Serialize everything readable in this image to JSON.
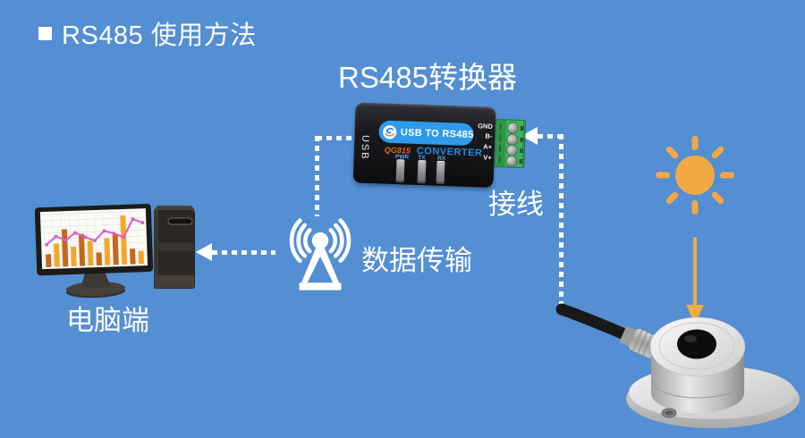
{
  "colors": {
    "background": "#548ed3",
    "white": "#ffffff",
    "sun_orange": "#f2a945",
    "terminal_green": "#3fb35c",
    "badge_blue": "#2f9be8",
    "model_orange": "#e2671f",
    "converter_text_blue": "#1e90e8",
    "led_label_blue": "#5aa9e8",
    "bar_dark_orange": "#c9651c",
    "bar_gold": "#f3a72d",
    "line_magenta": "#d55ec3"
  },
  "title": {
    "text": "RS485 使用方法"
  },
  "converter": {
    "heading": "RS485转换器",
    "usb_port_label": "USB",
    "badge_text": "USB TO RS485",
    "model": "QG815",
    "model_type": "CONVERTER",
    "led_labels": [
      "PWR",
      "TX",
      "RX"
    ],
    "pin_labels": [
      "GND",
      "B-",
      "A+",
      "V+"
    ]
  },
  "labels": {
    "wiring": "接线",
    "data_transfer": "数据传输",
    "computer": "电脑端"
  },
  "computer_screen_chart": {
    "type": "bar+line",
    "bar_values": [
      0.25,
      0.45,
      0.72,
      0.38,
      0.62,
      0.48,
      0.25,
      0.52,
      0.58,
      0.95,
      0.3,
      0.25
    ],
    "line_values": [
      0.42,
      0.58,
      0.5,
      0.64,
      0.55,
      0.47,
      0.66,
      0.6,
      0.52,
      0.88,
      0.8
    ]
  }
}
